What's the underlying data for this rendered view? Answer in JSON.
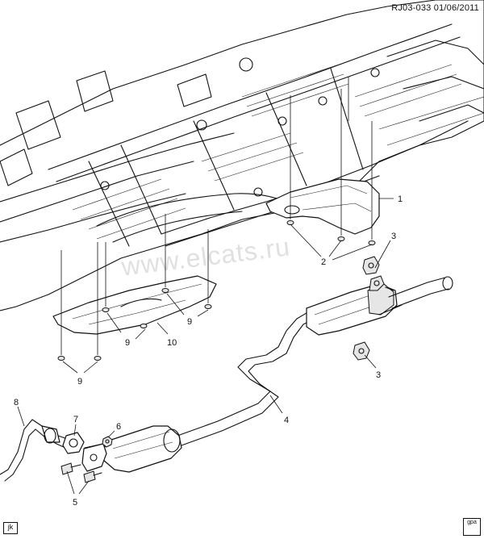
{
  "header": {
    "reference": "RJ03-033  01/06/2011"
  },
  "watermark": "www.elcats.ru",
  "callouts": {
    "c1": "1",
    "c2": "2",
    "c3a": "3",
    "c3b": "3",
    "c4": "4",
    "c5": "5",
    "c6": "6",
    "c7": "7",
    "c8": "8",
    "c9a": "9",
    "c9b": "9",
    "c9c": "9",
    "c10": "10"
  },
  "footer": {
    "code": "jk",
    "icon_text": "gpa"
  }
}
